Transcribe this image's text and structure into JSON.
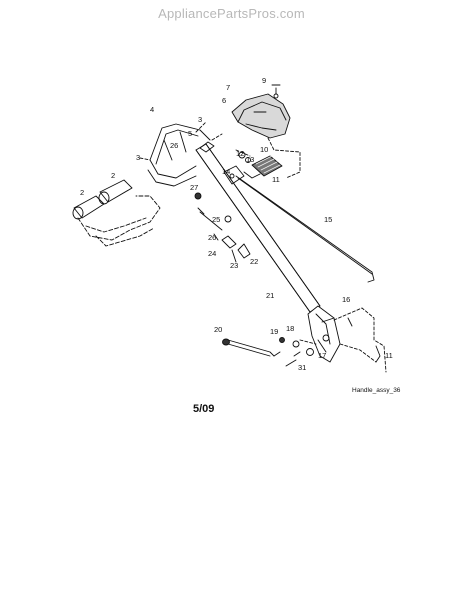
{
  "watermark": "AppliancePartsPros.com",
  "diagram_id": "Handle_assy_36",
  "revision": "5/09",
  "callouts": {
    "c2a": "2",
    "c2b": "2",
    "c3a": "3",
    "c3b": "3",
    "c4": "4",
    "c5": "5",
    "c6": "6",
    "c7": "7",
    "c9": "9",
    "c10": "10",
    "c11a": "11",
    "c11b": "11",
    "c12": "12",
    "c13": "13",
    "c14": "14",
    "c15": "15",
    "c16": "16",
    "c17": "17",
    "c18": "18",
    "c19": "19",
    "c20": "20",
    "c21": "21",
    "c22": "22",
    "c23": "23",
    "c24": "24",
    "c25": "25",
    "c26a": "26",
    "c26b": "26",
    "c27": "27",
    "c31": "31"
  }
}
